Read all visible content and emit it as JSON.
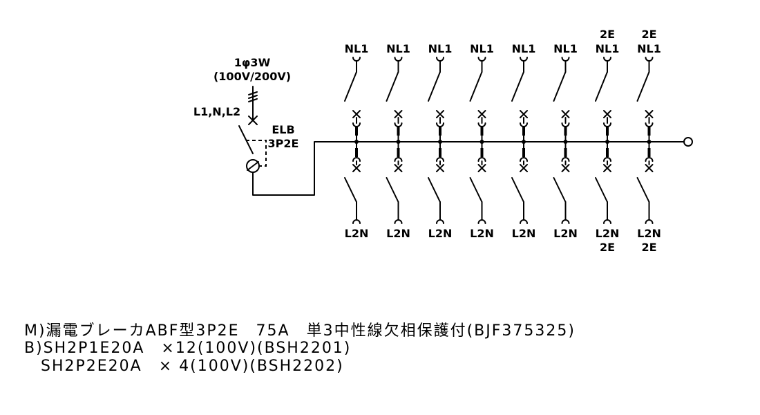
{
  "main": {
    "supply": "1φ3W",
    "voltage": "(100V/200V)",
    "lines": "L1,N,L2",
    "elb_type": "ELB",
    "elb_poles": "3P2E"
  },
  "branches": [
    {
      "top": [
        "NL1"
      ],
      "bottom": [
        "L2N"
      ]
    },
    {
      "top": [
        "NL1"
      ],
      "bottom": [
        "L2N"
      ]
    },
    {
      "top": [
        "NL1"
      ],
      "bottom": [
        "L2N"
      ]
    },
    {
      "top": [
        "NL1"
      ],
      "bottom": [
        "L2N"
      ]
    },
    {
      "top": [
        "NL1"
      ],
      "bottom": [
        "L2N"
      ]
    },
    {
      "top": [
        "NL1"
      ],
      "bottom": [
        "L2N"
      ]
    },
    {
      "top": [
        "2E",
        "NL1"
      ],
      "bottom": [
        "L2N",
        "2E"
      ]
    },
    {
      "top": [
        "2E",
        "NL1"
      ],
      "bottom": [
        "L2N",
        "2E"
      ]
    }
  ],
  "notes": [
    "M)漏電ブレーカABF型3P2E　75A　単3中性線欠相保護付(BJF375325)",
    "B)SH2P1E20A　×12(100V)(BSH2201)",
    "　SH2P2E20A　× 4(100V)(BSH2202)"
  ]
}
